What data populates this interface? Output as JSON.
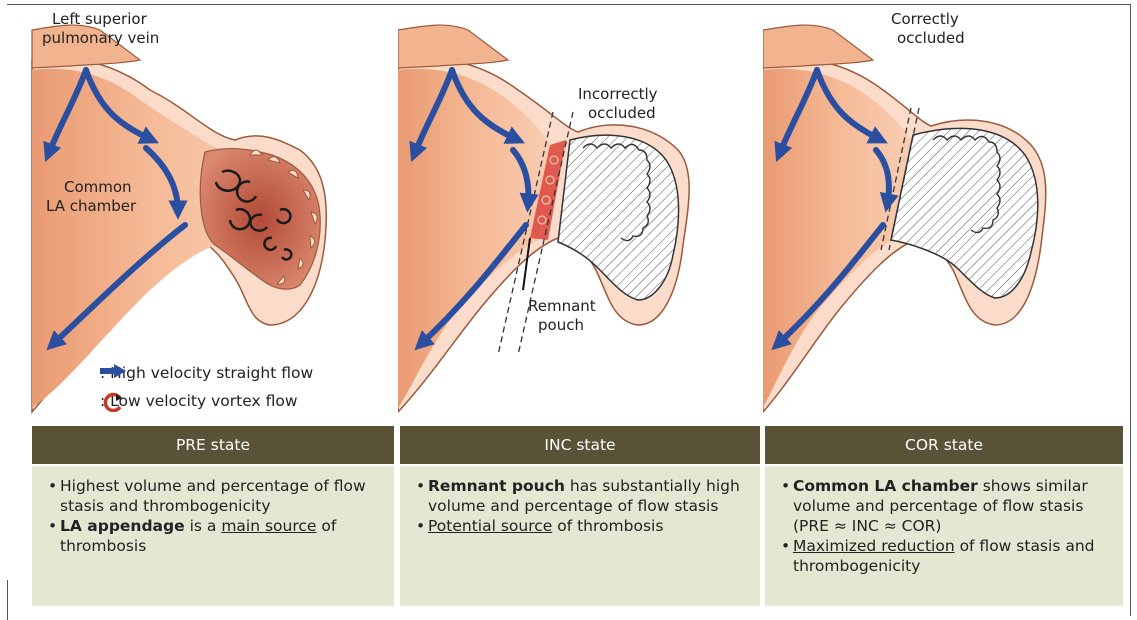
{
  "labels": {
    "left_superior_pulmonary_vein_1": "Left superior",
    "left_superior_pulmonary_vein_2": "pulmonary vein",
    "common_la_chamber_1": "Common",
    "common_la_chamber_2": "LA chamber",
    "incorrectly_occluded_1": "Incorrectly",
    "incorrectly_occluded_2": "occluded",
    "remnant_pouch_1": "Remnant",
    "remnant_pouch_2": "pouch",
    "correctly_occluded_1": "Correctly",
    "correctly_occluded_2": "occluded"
  },
  "legend": {
    "high_velocity": ": High velocity straight flow",
    "low_velocity": ": Low velocity vortex flow"
  },
  "panels": [
    {
      "header": "PRE state",
      "bullets": [
        {
          "bold": "",
          "plain_before": "Highest volume and percentage of flow stasis and thrombogenicity",
          "underline": "",
          "plain_after": ""
        },
        {
          "bold": "LA appendage",
          "plain_before": " is a ",
          "underline": "main source",
          "plain_after": " of thrombosis"
        }
      ]
    },
    {
      "header": "INC state",
      "bullets": [
        {
          "bold": "Remnant pouch",
          "plain_before": " has substantially high volume and percentage of flow stasis",
          "underline": "",
          "plain_after": ""
        },
        {
          "bold": "",
          "plain_before": "",
          "underline": "Potential source",
          "plain_after": " of thrombosis"
        }
      ]
    },
    {
      "header": "COR state",
      "bullets": [
        {
          "bold": "Common LA chamber",
          "plain_before": " shows similar volume and percentage of flow stasis (PRE ≈ INC ≈ COR)",
          "underline": "",
          "plain_after": ""
        },
        {
          "bold": "",
          "plain_before": "",
          "underline": "Maximized reduction",
          "plain_after": " of flow stasis and thrombogenicity"
        }
      ]
    }
  ],
  "colors": {
    "tissue_fill": "#f2b48f",
    "tissue_light": "#fbdccb",
    "tissue_outline": "#9a5a3c",
    "appendage_fill": "#c46a55",
    "arrow_blue": "#2a4ea0",
    "vortex_red": "#c23a2a",
    "header_bg": "#5a5237",
    "box_bg": "#e6e7d3",
    "pouch_red": "#d9443a"
  }
}
